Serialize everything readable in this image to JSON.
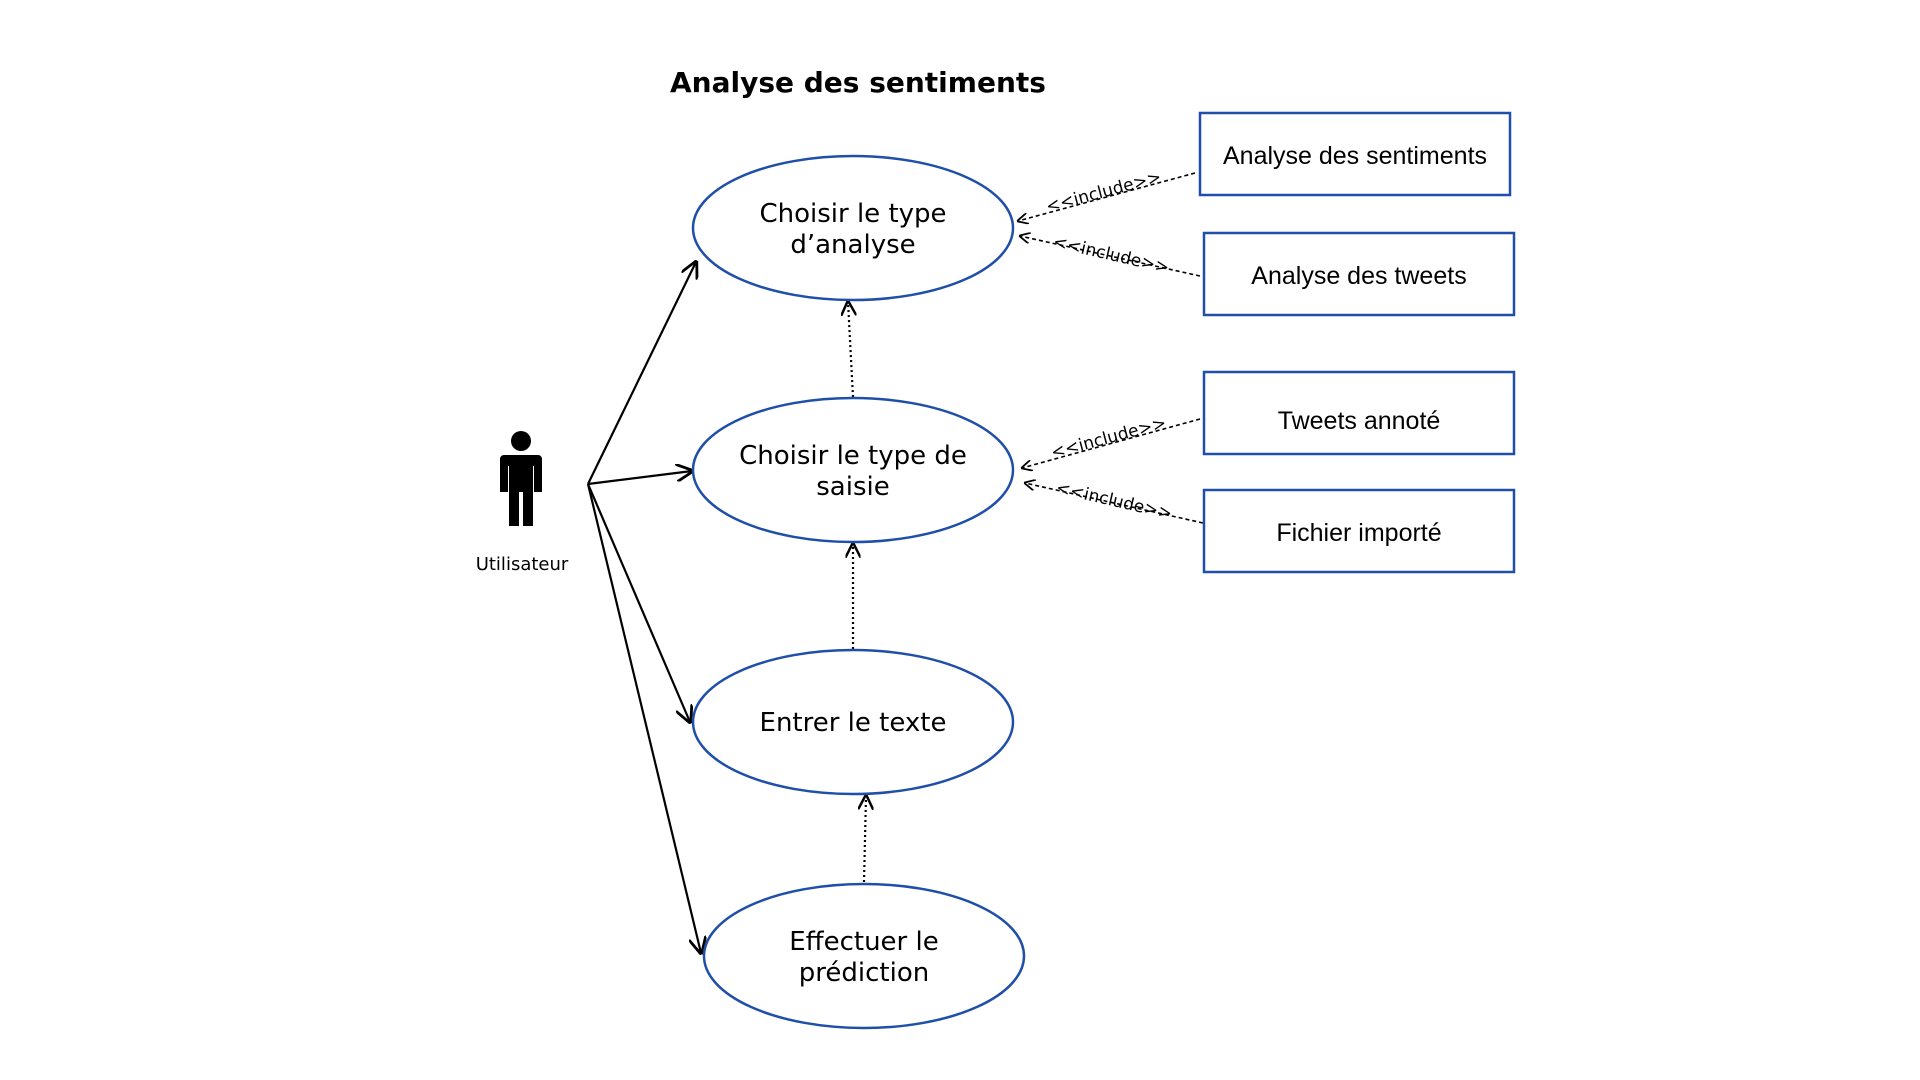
{
  "title": "Analyse des sentiments",
  "actor": {
    "label": "Utilisateur"
  },
  "use_cases": {
    "type_analyse": {
      "line1": "Choisir le type",
      "line2": "d’analyse"
    },
    "type_saisie": {
      "line1": "Choisir le type de",
      "line2": "saisie"
    },
    "entrer_texte": {
      "line1": "Entrer le texte"
    },
    "prediction": {
      "line1": "Effectuer le",
      "line2": "prédiction"
    }
  },
  "boxes": {
    "analyse_sentiments": "Analyse des sentiments",
    "analyse_tweets": "Analyse des tweets",
    "tweets_annote": "Tweets annoté",
    "fichier_importe": "Fichier importé"
  },
  "relations": {
    "include_1": "<<include>>",
    "include_2": "<<include>>",
    "include_3": "<<include>>",
    "include_4": "<<include>>"
  },
  "colors": {
    "ellipse_stroke": "#1f4fa8",
    "box_stroke": "#1f4fa8",
    "line": "#000000"
  }
}
